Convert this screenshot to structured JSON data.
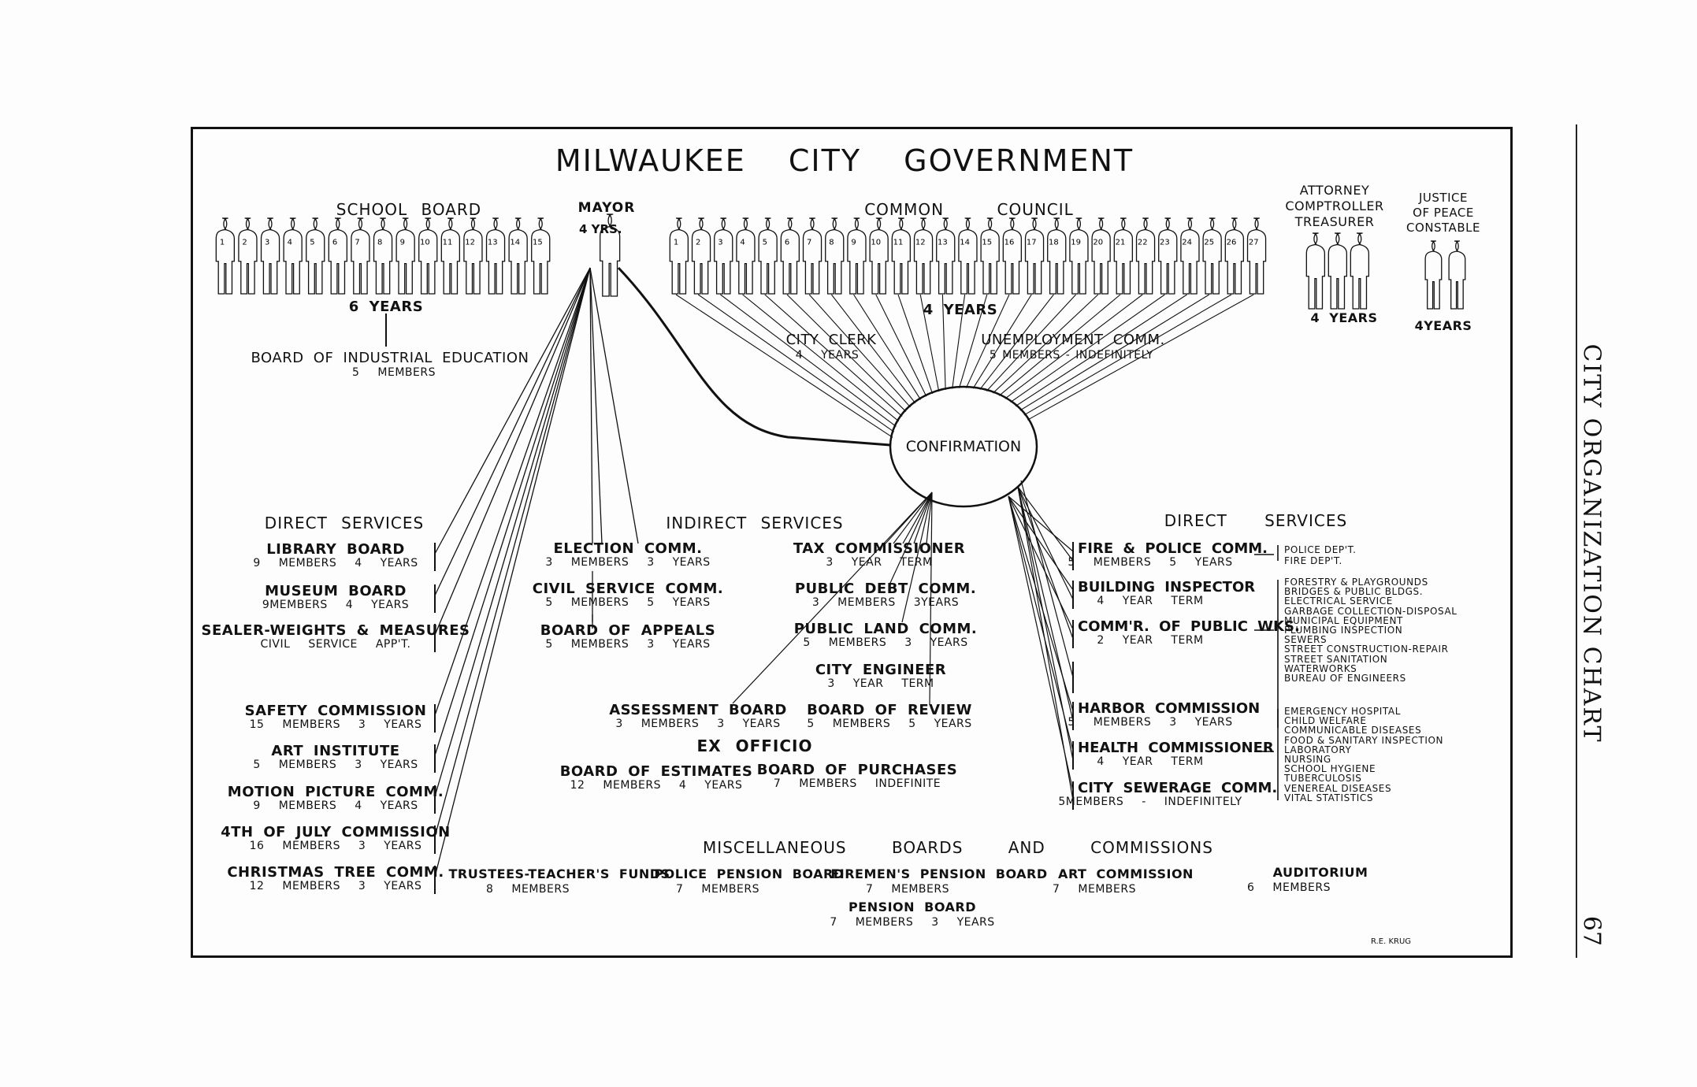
{
  "title": "MILWAUKEE CITY GOVERNMENT",
  "school_board": {
    "label": "SCHOOL BOARD",
    "term": "6 YEARS",
    "seats": [
      1,
      2,
      3,
      4,
      5,
      6,
      7,
      8,
      9,
      10,
      11,
      12,
      13,
      14,
      15
    ]
  },
  "mayor": {
    "label": "MAYOR",
    "term": "4 YRS."
  },
  "common_council": {
    "label": "COMMON COUNCIL",
    "term": "4 YEARS",
    "seats": [
      1,
      2,
      3,
      4,
      5,
      6,
      7,
      8,
      9,
      10,
      11,
      12,
      13,
      14,
      15,
      16,
      17,
      18,
      19,
      20,
      21,
      22,
      23,
      24,
      25,
      26,
      27
    ]
  },
  "officers": {
    "labels": [
      "ATTORNEY",
      "COMPTROLLER",
      "TREASURER"
    ],
    "term": "4 YEARS"
  },
  "justice": {
    "labels": [
      "JUSTICE",
      "OF PEACE",
      "CONSTABLE"
    ],
    "term": "4YEARS"
  },
  "industrial_education": {
    "name": "BOARD OF INDUSTRIAL EDUCATION",
    "detail": "5 MEMBERS"
  },
  "city_clerk": {
    "name": "CITY CLERK",
    "detail": "4 YEARS"
  },
  "unemployment": {
    "name": "UNEMPLOYMENT COMM.",
    "detail": "5 MEMBERS - INDEFINITELY"
  },
  "confirmation": "CONFIRMATION",
  "left_direct": {
    "title": "DIRECT SERVICES",
    "items": [
      {
        "name": "LIBRARY BOARD",
        "detail": "9 MEMBERS 4 YEARS"
      },
      {
        "name": "MUSEUM BOARD",
        "detail": "9MEMBERS 4 YEARS"
      },
      {
        "name": "SEALER-WEIGHTS & MEASURES",
        "detail": "CIVIL SERVICE APP'T."
      },
      {
        "name": "SAFETY COMMISSION",
        "detail": "15 MEMBERS 3 YEARS"
      },
      {
        "name": "ART INSTITUTE",
        "detail": "5 MEMBERS 3 YEARS"
      },
      {
        "name": "MOTION PICTURE COMM.",
        "detail": "9 MEMBERS 4 YEARS"
      },
      {
        "name": "4TH OF JULY COMMISSION",
        "detail": "16 MEMBERS 3 YEARS"
      },
      {
        "name": "CHRISTMAS TREE COMM.",
        "detail": "12 MEMBERS 3 YEARS"
      }
    ]
  },
  "indirect": {
    "title": "INDIRECT SERVICES",
    "items": [
      {
        "name": "ELECTION COMM.",
        "detail": "3 MEMBERS 3 YEARS"
      },
      {
        "name": "CIVIL SERVICE COMM.",
        "detail": "5 MEMBERS 5 YEARS"
      },
      {
        "name": "BOARD OF APPEALS",
        "detail": "5 MEMBERS 3 YEARS"
      },
      {
        "name": "TAX COMMISSIONER",
        "detail": "3 YEAR TERM"
      },
      {
        "name": "PUBLIC DEBT COMM.",
        "detail": "3 MEMBERS 3YEARS"
      },
      {
        "name": "PUBLIC LAND COMM.",
        "detail": "5 MEMBERS 3 YEARS"
      },
      {
        "name": "CITY ENGINEER",
        "detail": "3 YEAR TERM"
      },
      {
        "name": "ASSESSMENT BOARD",
        "detail": "3 MEMBERS 3 YEARS"
      },
      {
        "name": "BOARD OF REVIEW",
        "detail": "5 MEMBERS 5 YEARS"
      }
    ]
  },
  "ex_officio": {
    "title": "EX OFFICIO",
    "items": [
      {
        "name": "BOARD OF ESTIMATES",
        "detail": "12 MEMBERS 4 YEARS"
      },
      {
        "name": "BOARD OF PURCHASES",
        "detail": "7 MEMBERS INDEFINITE"
      }
    ]
  },
  "right_direct": {
    "title": "DIRECT SERVICES",
    "items": [
      {
        "name": "FIRE & POLICE COMM.",
        "detail": "5 MEMBERS 5 YEARS"
      },
      {
        "name": "BUILDING INSPECTOR",
        "detail": "4 YEAR TERM"
      },
      {
        "name": "COMM'R. OF PUBLIC WKS.",
        "detail": "2 YEAR TERM"
      },
      {
        "name": "HARBOR COMMISSION",
        "detail": "5 MEMBERS 3 YEARS"
      },
      {
        "name": "HEALTH COMMISSIONER",
        "detail": "4 YEAR TERM"
      },
      {
        "name": "CITY SEWERAGE COMM.",
        "detail": "5MEMBERS - INDEFINITELY"
      }
    ],
    "fire_police_depts": [
      "POLICE DEP'T.",
      "FIRE DEP'T."
    ],
    "public_works_bureaus": [
      "FORESTRY & PLAYGROUNDS",
      "BRIDGES & PUBLIC BLDGS.",
      "ELECTRICAL SERVICE",
      "GARBAGE COLLECTION-DISPOSAL",
      "MUNICIPAL EQUIPMENT",
      "PLUMBING INSPECTION",
      "SEWERS",
      "STREET CONSTRUCTION-REPAIR",
      "STREET SANITATION",
      "WATERWORKS",
      "BUREAU OF ENGINEERS"
    ],
    "health_divisions": [
      "EMERGENCY HOSPITAL",
      "CHILD WELFARE",
      "COMMUNICABLE DISEASES",
      "FOOD & SANITARY INSPECTION",
      "LABORATORY",
      "NURSING",
      "SCHOOL HYGIENE",
      "TUBERCULOSIS",
      "VENEREAL DISEASES",
      "VITAL STATISTICS"
    ]
  },
  "misc": {
    "title": "MISCELLANEOUS BOARDS AND COMMISSIONS",
    "items": [
      {
        "name": "TRUSTEES-TEACHER'S FUNDS",
        "detail": "8 MEMBERS"
      },
      {
        "name": "POLICE PENSION BOARD",
        "detail": "7 MEMBERS"
      },
      {
        "name": "FIREMEN'S PENSION BOARD",
        "detail": "7 MEMBERS"
      },
      {
        "name": "ART COMMISSION",
        "detail": "7 MEMBERS"
      },
      {
        "name": "AUDITORIUM",
        "detail": "6 MEMBERS"
      },
      {
        "name": "PENSION BOARD",
        "detail": "7 MEMBERS 3 YEARS"
      }
    ]
  },
  "signature": "R.E. KRUG",
  "side_title": "CITY ORGANIZATION CHART",
  "page_number": "67"
}
